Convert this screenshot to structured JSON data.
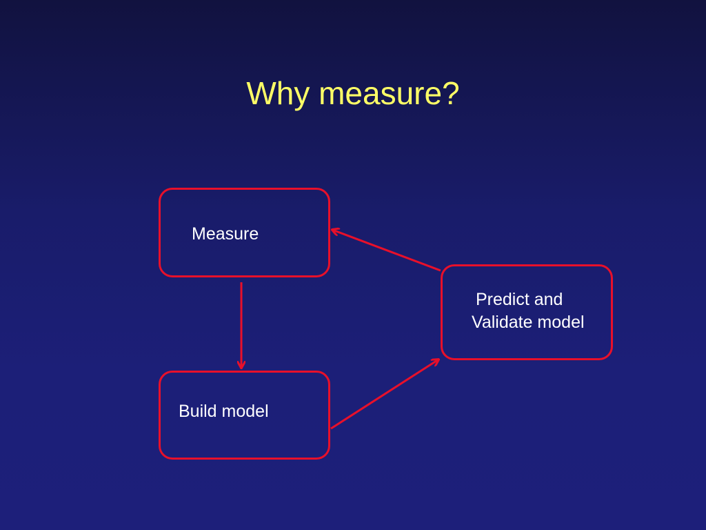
{
  "slide": {
    "title": "Why measure?"
  },
  "diagram": {
    "nodes": {
      "measure": {
        "label": "Measure"
      },
      "build_model": {
        "label": "Build model"
      },
      "predict_validate": {
        "line1": "Predict and",
        "line2": "Validate model"
      }
    },
    "edges": [
      {
        "from": "measure",
        "to": "build_model"
      },
      {
        "from": "build_model",
        "to": "predict_validate"
      },
      {
        "from": "predict_validate",
        "to": "measure"
      }
    ],
    "colors": {
      "background_top": "#11123f",
      "background_bottom": "#1d1f7a",
      "title": "#ffff66",
      "node_border": "#e8102a",
      "arrow": "#e8102a",
      "text": "#ffffff"
    }
  }
}
